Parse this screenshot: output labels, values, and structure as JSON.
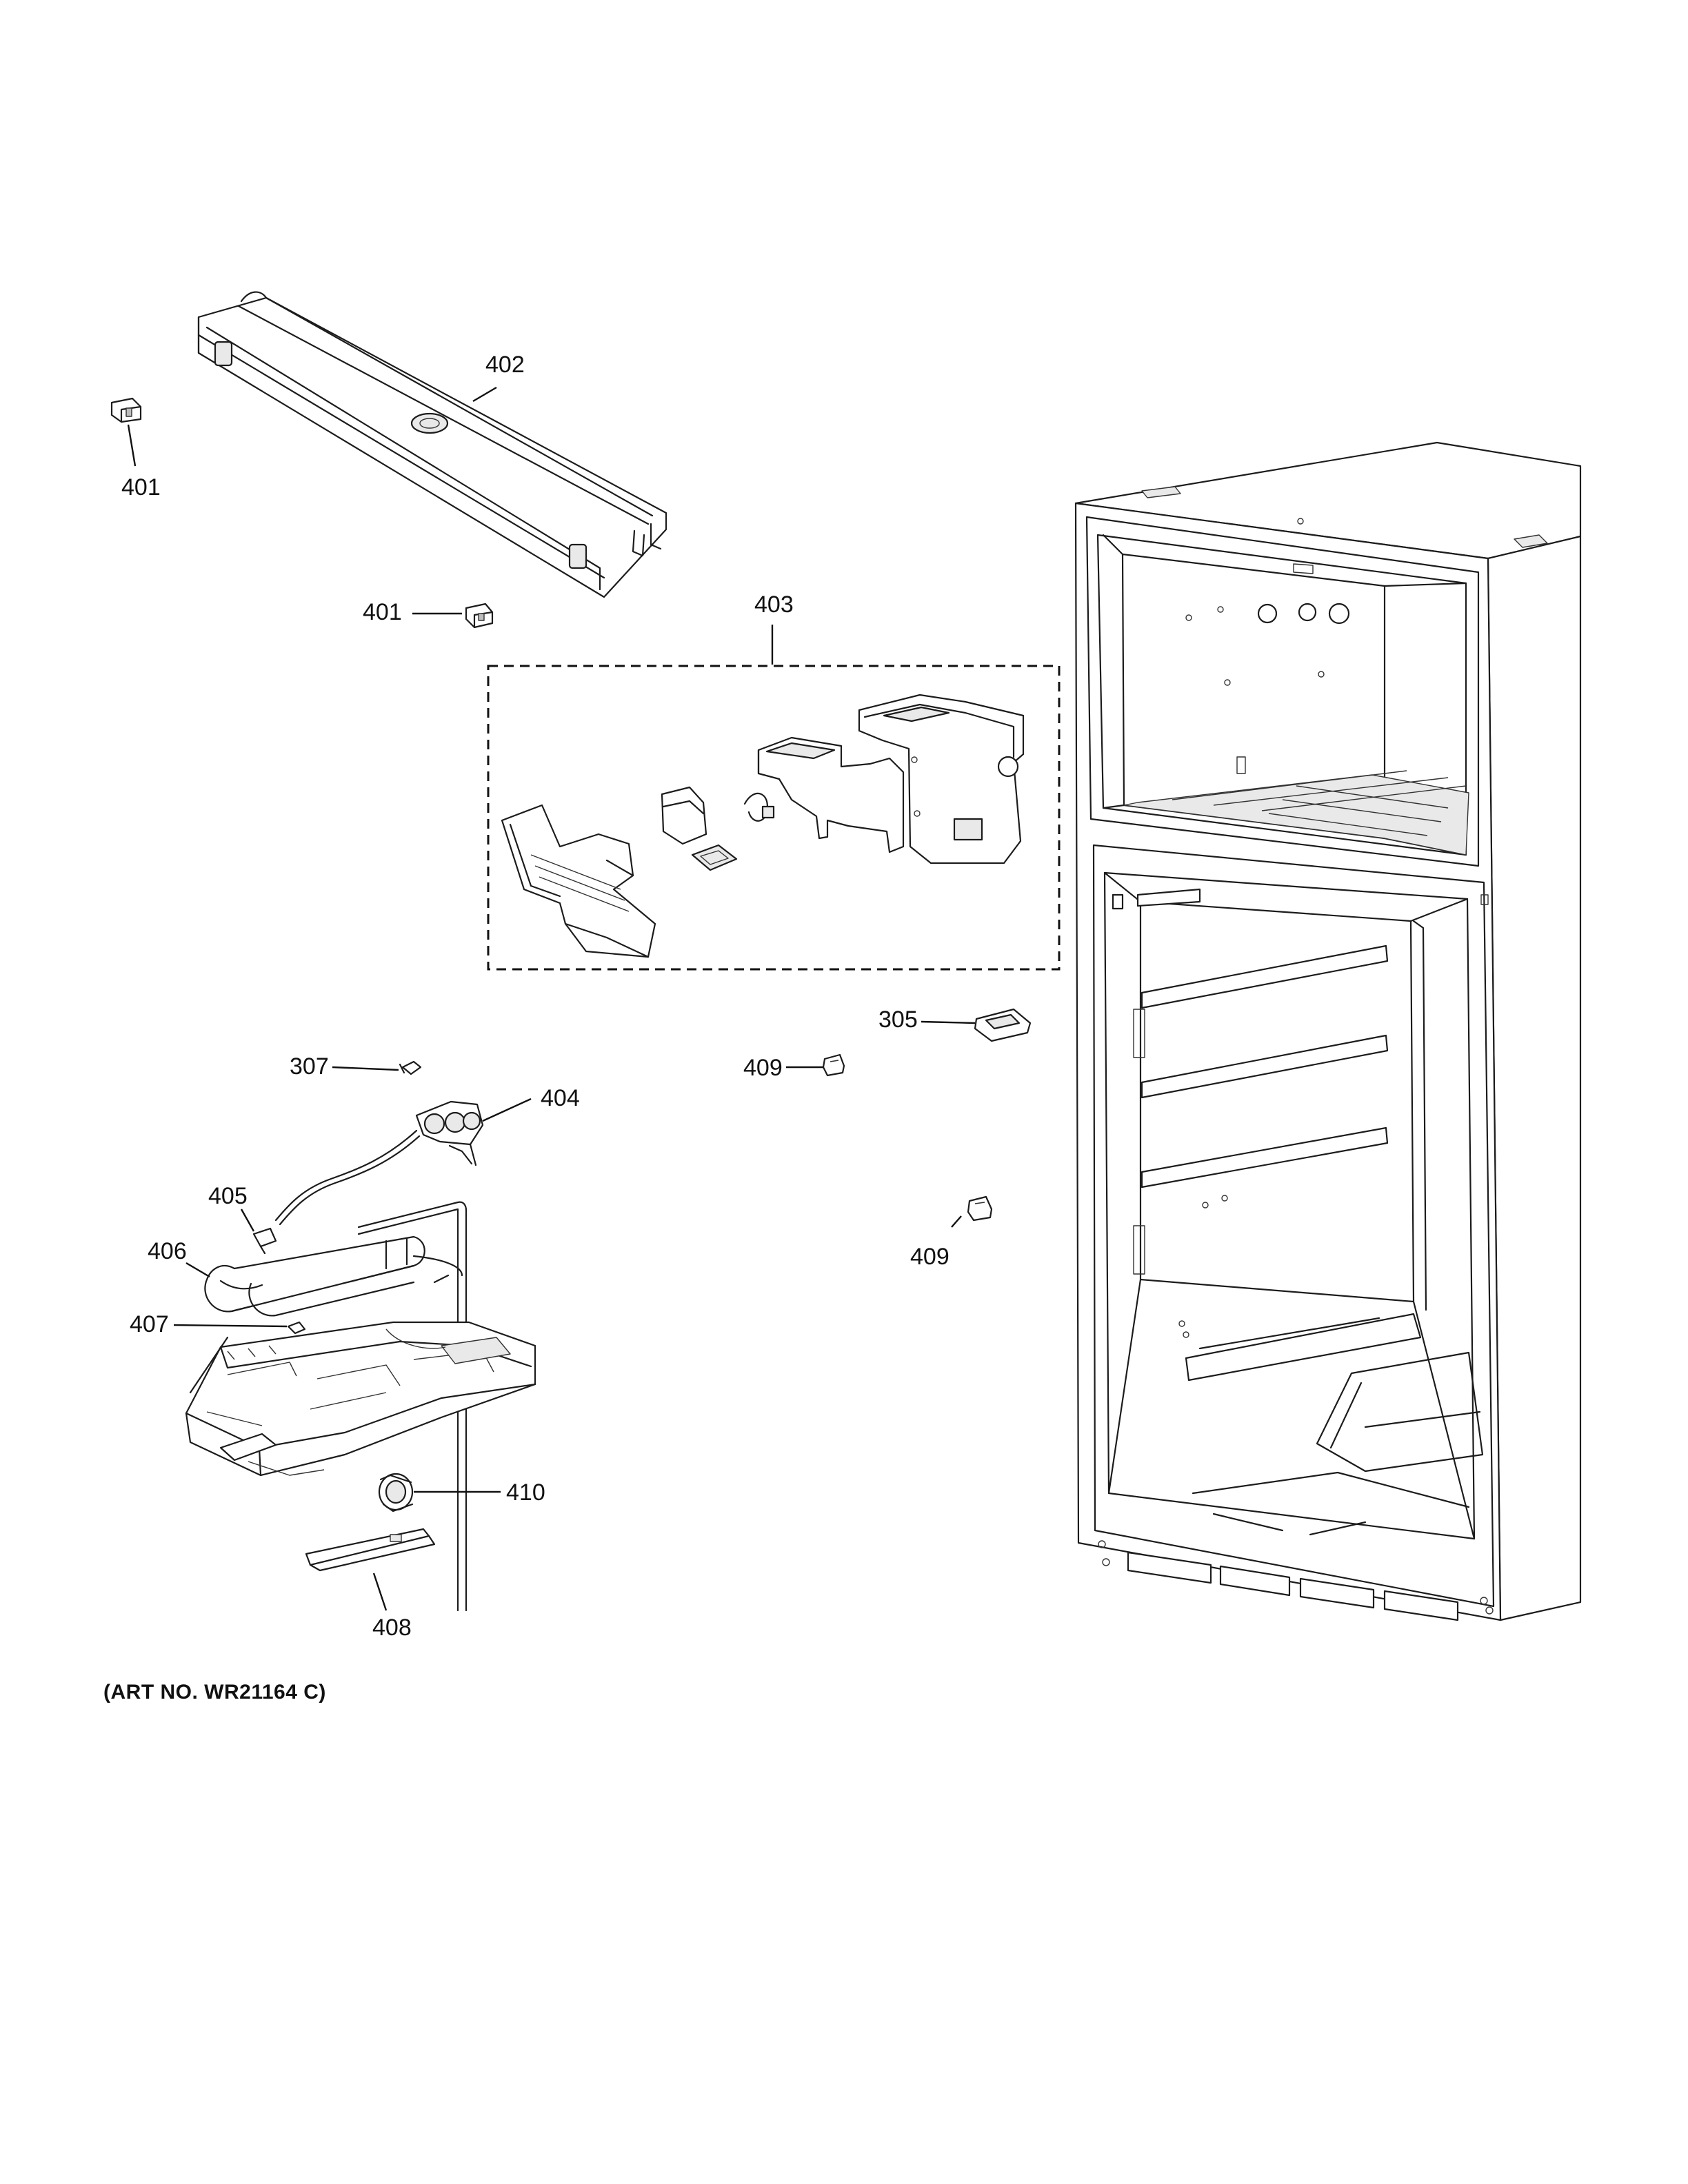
{
  "callouts": {
    "p401_top": "401",
    "p401_mid": "401",
    "p402": "402",
    "p403": "403",
    "p305": "305",
    "p307": "307",
    "p409_left": "409",
    "p404": "404",
    "p405": "405",
    "p406": "406",
    "p409_right": "409",
    "p407": "407",
    "p410": "410",
    "p408": "408"
  },
  "art_number": "(ART NO. WR21164 C)"
}
